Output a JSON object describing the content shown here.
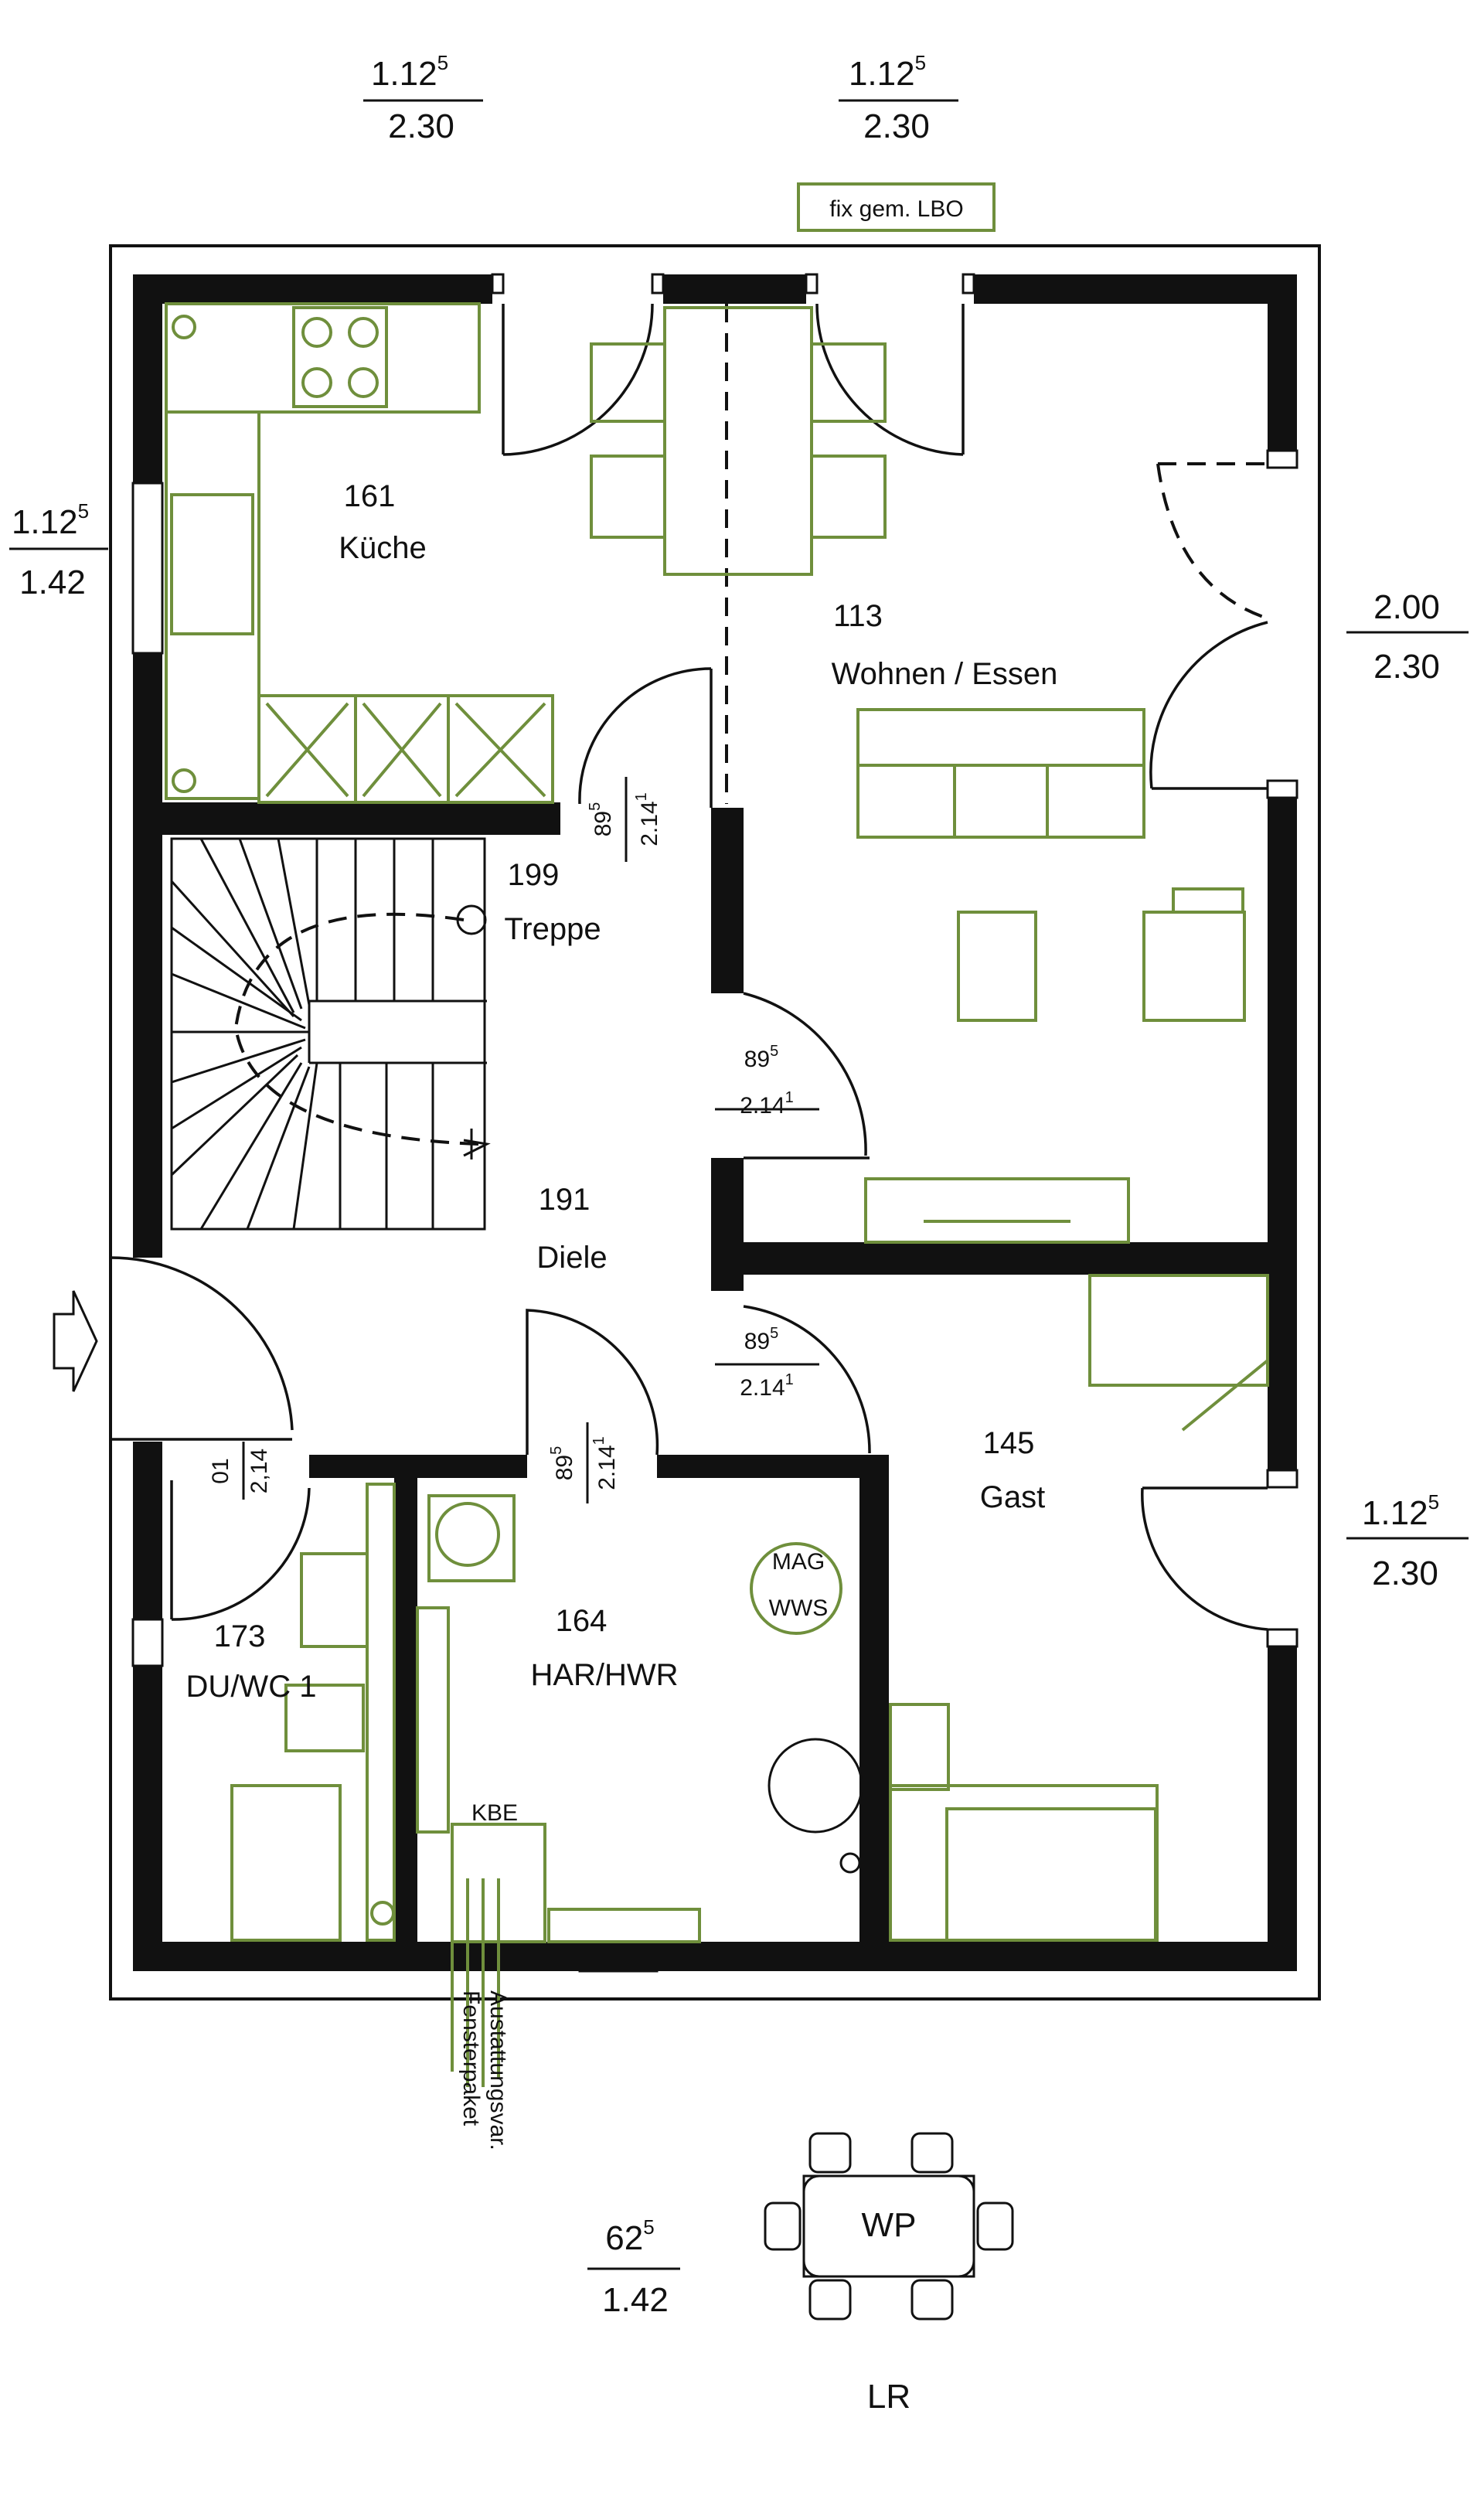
{
  "windows": {
    "top_left": {
      "width": "1.12",
      "width_sup": "5",
      "height": "2.30"
    },
    "top_right": {
      "width": "1.12",
      "width_sup": "5",
      "height": "2.30"
    },
    "left": {
      "width": "1.12",
      "width_sup": "5",
      "height": "1.42"
    },
    "right_upper": {
      "width": "2.00",
      "height": "2.30"
    },
    "right_lower": {
      "width": "1.12",
      "width_sup": "5",
      "height": "2.30"
    },
    "bottom": {
      "width": "62",
      "width_sup": "5",
      "height": "1.42"
    }
  },
  "note_fix": "fix gem. LBO",
  "rooms": {
    "kueche": {
      "number": "161",
      "name": "Küche"
    },
    "wohnen": {
      "number": "113",
      "name": "Wohnen / Essen"
    },
    "treppe": {
      "number": "199",
      "name": "Treppe"
    },
    "diele": {
      "number": "191",
      "name": "Diele"
    },
    "gast": {
      "number": "145",
      "name": "Gast"
    },
    "har": {
      "number": "164",
      "name": "HAR/HWR"
    },
    "duwc": {
      "number": "173",
      "name": "DU/WC 1"
    }
  },
  "doors": {
    "d1": {
      "width": "89",
      "width_sup": "5",
      "height": "2.14",
      "height_sup": "1"
    },
    "d2": {
      "width": "89",
      "width_sup": "5",
      "height": "2.14",
      "height_sup": "1"
    },
    "d3": {
      "width": "89",
      "width_sup": "5",
      "height": "2.14",
      "height_sup": "1"
    },
    "d4": {
      "width": "89",
      "width_sup": "5",
      "height": "2.14",
      "height_sup": "1"
    },
    "d5": {
      "width": "01",
      "height": "2,14"
    }
  },
  "labels": {
    "mag": "MAG",
    "wws": "WWS",
    "kbe": "KBE",
    "fensterpaket": "Fensterpaket",
    "ausstattung": "Austattungsvar.",
    "wp": "WP",
    "lr": "LR"
  }
}
